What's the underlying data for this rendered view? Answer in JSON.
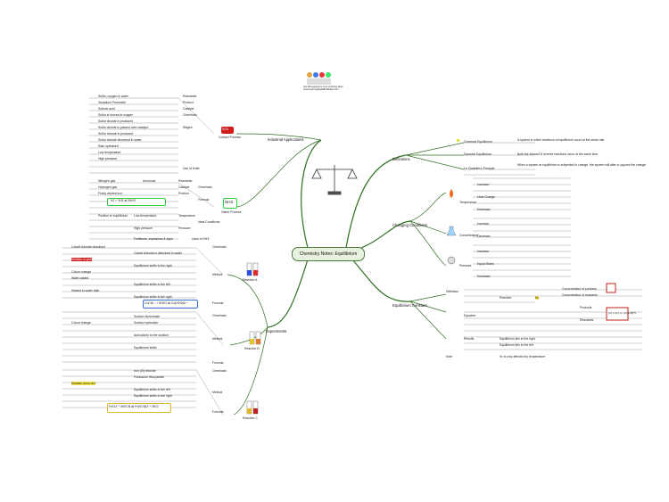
{
  "center": {
    "title": "Chemistry Notes: Equilibrium"
  },
  "logo": {
    "caption": "Get Recognised in Your Learning Style\nwww.LearningStyleMindMaps.com"
  },
  "branches": {
    "left_top": "Industrial Applications",
    "right_top": "Definitions",
    "right_mid": "Changing Conditions",
    "left_mid": "Experiments",
    "right_bottom": "Equilibrium Constant"
  },
  "contact_process": {
    "title": "Contact Process",
    "formula": "SO3",
    "items": [
      "Sulfur, oxygen & water",
      "Vanadium Pentoxide",
      "Sulfuric acid",
      "Sulfur is burned in oxygen",
      "Sulfur dioxide is produced",
      "Sulfur dioxide is passed over catalyst",
      "Sulfur trioxide is produced",
      "Sulfur trioxide dissolved in water",
      "Rate optimised",
      "Low temperature",
      "High pressure",
      "Reactants",
      "Product",
      "Catalyst",
      "Chemicals",
      "Stages",
      "Use of Knife"
    ]
  },
  "haber_process": {
    "title": "Haber Process",
    "formula": "NH3",
    "equation": "N2 + 3H2 ⇌ 2NH3",
    "items": [
      "Nitrogen gas",
      "Hydrogen gas",
      "Finely divided iron",
      "Ammonia",
      "Reactants",
      "Catalyst",
      "Product",
      "Chemicals",
      "Formula",
      "Temperature",
      "Pressure",
      "Ideal Conditions",
      "Position to equilibrium",
      "Low temperature",
      "High pressure",
      "Fertilisers, explosives & dyes",
      "Uses of NH3"
    ]
  },
  "reaction_a": {
    "title": "Reaction A",
    "equation": "CoCl4²⁻ + 6H2O ⇌ Co(H2O)6²⁺",
    "items": [
      "Chemicals",
      "Method",
      "Formula",
      "Cobalt chloride dissolved",
      "Cobalt chloride is dissolved in water",
      "Solution is pink",
      "Equilibrium shifts to the right",
      "Colour change",
      "Water added",
      "Equilibrium shifts to the left",
      "Heated in water bath",
      "Equilibrium shifts to the right"
    ]
  },
  "reaction_b": {
    "title": "Reaction B",
    "items": [
      "Chemicals",
      "Method",
      "Formula",
      "Colour change",
      "Sodium dichromate",
      "Sodium hydroxide",
      "Acid added to the solution",
      "Equilibrium shifts"
    ]
  },
  "reaction_c": {
    "title": "Reaction C",
    "equation": "FeCl3 + 3KSCN ⇌ Fe(SCN)3 + 3KCl",
    "items": [
      "Chemicals",
      "Method",
      "Formula",
      "Iron (III) chloride",
      "Potassium thiocyanate",
      "Solution turns red",
      "Equilibrium shifts to the left",
      "Equilibrium shifts to the right"
    ]
  },
  "definitions": {
    "title": "Definitions",
    "items": [
      "Chemical Equilibrium",
      "Dynamic Equilibrium",
      "Le Chatelier's Principle",
      "A system in which reactions of equilibrium occur at the same rate",
      "Both the forward & reverse reactions occur at the same time",
      "When a system at equilibrium is subjected to change, the system will alter to oppose the change"
    ]
  },
  "changing_conditions": {
    "title": "Changing Conditions",
    "items": [
      "Temperature",
      "Increase",
      "Heat Change",
      "Decrease",
      "Concentration",
      "Increase",
      "Decrease",
      "Pressure",
      "Increase",
      "Equal Moles",
      "Decrease"
    ]
  },
  "equilibrium_constant": {
    "title": "Equilibrium Constant",
    "items": [
      "Definition",
      "Equation",
      "Results",
      "Note",
      "Reaction",
      "Kc",
      "Products",
      "Reactants",
      "Concentration of products",
      "Concentration of reactants",
      "Equilibrium lies to the right",
      "Equilibrium lies to the left",
      "Kc is only affected by temperature"
    ],
    "kc_formula": "[C]^c [D]^d / [A]^a [B]^b"
  },
  "colors": {
    "branch_green": "#2f6f1f",
    "branch_yellow": "#e6d800",
    "branch_red": "#d11a1a",
    "highlight_blue": "#3a6fd8",
    "highlight_green": "#2ecc40"
  }
}
